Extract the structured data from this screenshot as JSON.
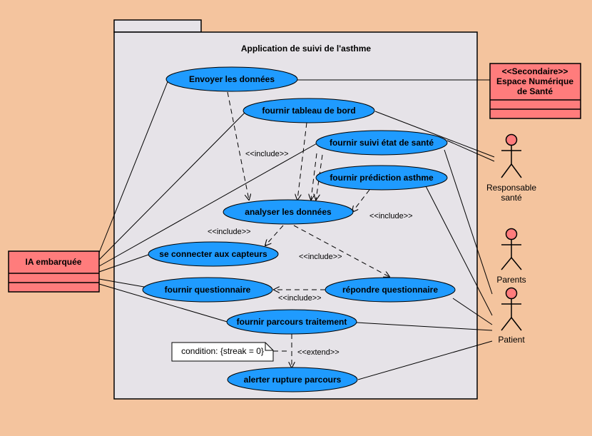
{
  "system": {
    "title": "Application de suivi de l'asthme"
  },
  "use_cases": {
    "envoyer": "Envoyer les données",
    "tableau": "fournir tableau de bord",
    "suivi": "fournir suivi état de santé",
    "prediction": "fournir prédiction asthme",
    "analyser": "analyser les données",
    "capteurs": "se connecter aux capteurs",
    "fournir_q": "fournir questionnaire",
    "repondre_q": "répondre questionnaire",
    "parcours": "fournir parcours traitement",
    "alerter": "alerter rupture parcours"
  },
  "relations": {
    "include_1": "<<include>>",
    "include_2": "<<include>>",
    "include_3": "<<include>>",
    "include_4": "<<include>>",
    "include_5": "<<include>>",
    "extend": "<<extend>>"
  },
  "note": {
    "text": "condition: {streak = 0}"
  },
  "actors": {
    "ia": "IA embarquée",
    "ens_stereotype": "<<Secondaire>>",
    "ens_line1": "Espace Numérique",
    "ens_line2": "de Santé",
    "responsable_line1": "Responsable",
    "responsable_line2": "santé",
    "parents": "Parents",
    "patient": "Patient"
  },
  "colors": {
    "background": "#F4C49E",
    "system_fill": "#E6E3E8",
    "use_case_fill": "#1F9BFF",
    "actor_fill": "#FF7C7C"
  }
}
